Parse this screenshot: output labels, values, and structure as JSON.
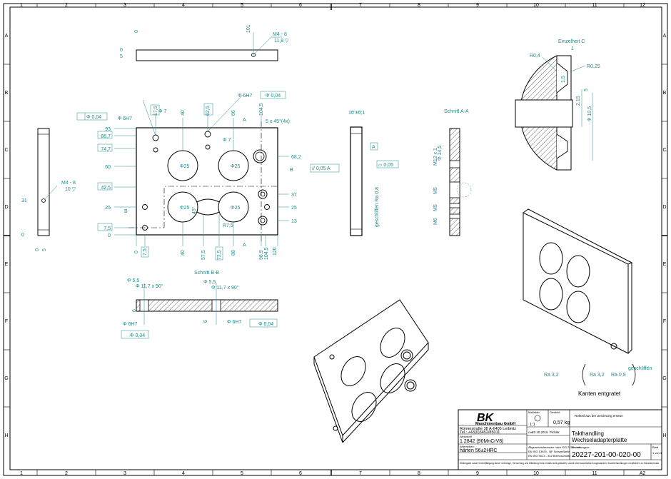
{
  "border": {
    "top_numbers": [
      "1",
      "2",
      "3",
      "4",
      "5",
      "6",
      "7",
      "8",
      "9",
      "10",
      "11",
      "12"
    ],
    "bottom_numbers": [
      "1",
      "2",
      "3",
      "4",
      "5",
      "6",
      "7",
      "8",
      "9",
      "10",
      "11",
      "A2"
    ],
    "side_letters": [
      "A",
      "B",
      "C",
      "D",
      "E",
      "F",
      "G",
      "H"
    ]
  },
  "front_view": {
    "dims_left": [
      "Φ 7",
      "Φ 6H7",
      "93",
      "86,7",
      "74,7",
      "60",
      "42,5",
      "25",
      "7,5",
      "0"
    ],
    "dims_top": [
      "17,5",
      "40",
      "62,5",
      "66",
      "104,5",
      "Φ 6H7",
      "Φ 0,04",
      "Φ 7",
      "5 x 45°(4x)"
    ],
    "dims_right": [
      "68,2",
      "37",
      "25",
      "13",
      "B",
      "A"
    ],
    "dims_bottom": [
      "0",
      "7,5",
      "40",
      "57,5",
      "72,5",
      "88",
      "98,9",
      "104,5",
      "120"
    ],
    "circle_labels": [
      "Φ25",
      "Φ25",
      "Φ25",
      "Φ25",
      "R7,5",
      "45°"
    ],
    "gdt_left": "Φ 0,04",
    "section_a_label": "A",
    "section_b_label": "B"
  },
  "top_view": {
    "thread": "M4 - 8",
    "thread_depth": "11,8 ▽",
    "dim_101": "101",
    "dim_0": "0",
    "dim_5": "5"
  },
  "left_view": {
    "thread": "M4 - 8",
    "depth": "10 ▽",
    "dim_31": "31",
    "dim_0": "0",
    "dim_5": "5"
  },
  "side_view": {
    "dim_width": "10 ±0,1",
    "datum_a": "A",
    "parallel": "// 0,05 A",
    "flatness": "▱ 0,05",
    "roughness": "geschliffen Ra 0,8"
  },
  "section_aa": {
    "title": "Schnitt A-A",
    "labels": [
      "Φ 14,5",
      "M12 x 1",
      "M5",
      "M5",
      "M6"
    ]
  },
  "detail_c": {
    "title": "Einzelheit  C",
    "labels": [
      "R0,4",
      "R0,25",
      "Φ 10,5",
      "2,15",
      "1,5",
      "5",
      "1"
    ]
  },
  "section_bb": {
    "title": "Schnitt B-B",
    "labels": [
      "Φ 5,5",
      "Φ 11,7 x 90°",
      "Φ 5,5",
      "Φ 11,7 x 90°",
      "Φ 6H7",
      "Φ 0,04",
      "Φ 6H7",
      "Φ 0,04",
      "6",
      "6"
    ]
  },
  "surface": {
    "ra1": "Ra 3,2",
    "ra2": "Ra 3,2",
    "ra3": "Ra 0,8",
    "note_ground": "geschliffen",
    "note_edges": "Kanten entgratet"
  },
  "title_block": {
    "company": "Maschinenbau GmbH",
    "logo": "BK",
    "address": "Römerstraße 38  A-6405 Leibnitz",
    "phone": "Tel.: +43(0)3452/85011",
    "material_label": "Werkstoff",
    "material": "1.2842 (90MnCrV8)",
    "treatment_label": "Wärmebeh.",
    "treatment": "härten 56±2HRC",
    "scale_label": "Maßstab",
    "scale": "1:1",
    "weight_label": "Gewicht",
    "weight": "0,57 kg",
    "header_note": "Rohteil aus der Zeichnung ersetzt",
    "drawn_label": "Gez.",
    "date": "23.10.2015",
    "drawn_by": "Pichler",
    "title_line1": "Takthandling",
    "title_line2": "Wechseladapterplatte",
    "drawing_number_label": "Zeichnungsnr.",
    "drawing_number": "20227-201-00-020-00",
    "sheet_label": "Blatt",
    "sheet": "1 von 1",
    "tolerances": [
      "Allgemeintoleranzen nach ISO 2768 - mK",
      "EN ISO 13920 - BF Schweißteile",
      "EN ISO 9013 - 342 Brennschnitte"
    ],
    "footer": "Weitergabe sowie Vervielfältigung dieser Unterlage, Verwertung und Mitteilung ihres Inhalts nicht gestattet, soweit nicht ausdrücklich zugestanden. Zuwiderhandlungen verpflichten zu Schadenersatz."
  }
}
